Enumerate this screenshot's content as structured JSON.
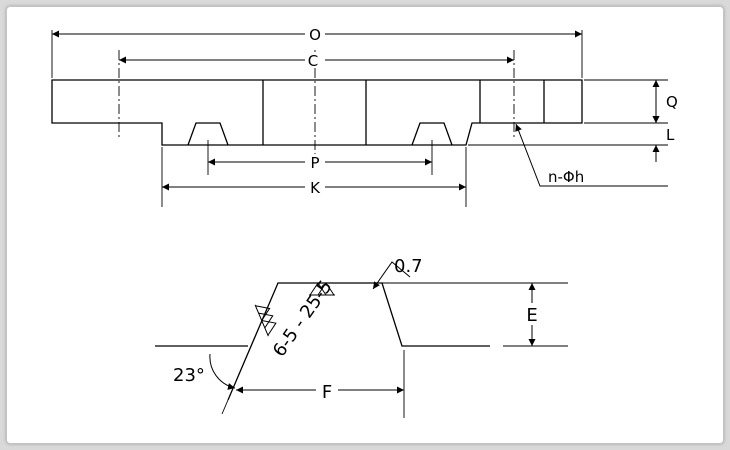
{
  "colors": {
    "line": "#000000",
    "background": "#ffffff",
    "frame": "#d9d9d9"
  },
  "flange": {
    "dims": {
      "O": "O",
      "C": "C",
      "Q": "Q",
      "L": "L",
      "P": "P",
      "K": "K"
    },
    "bolt_hole_label": "n-Φh"
  },
  "groove": {
    "roughness_value": "0.7",
    "flank_label": "6-5 - 25-5",
    "angle_label": "23°",
    "width_label": "F",
    "height_label": "E"
  }
}
